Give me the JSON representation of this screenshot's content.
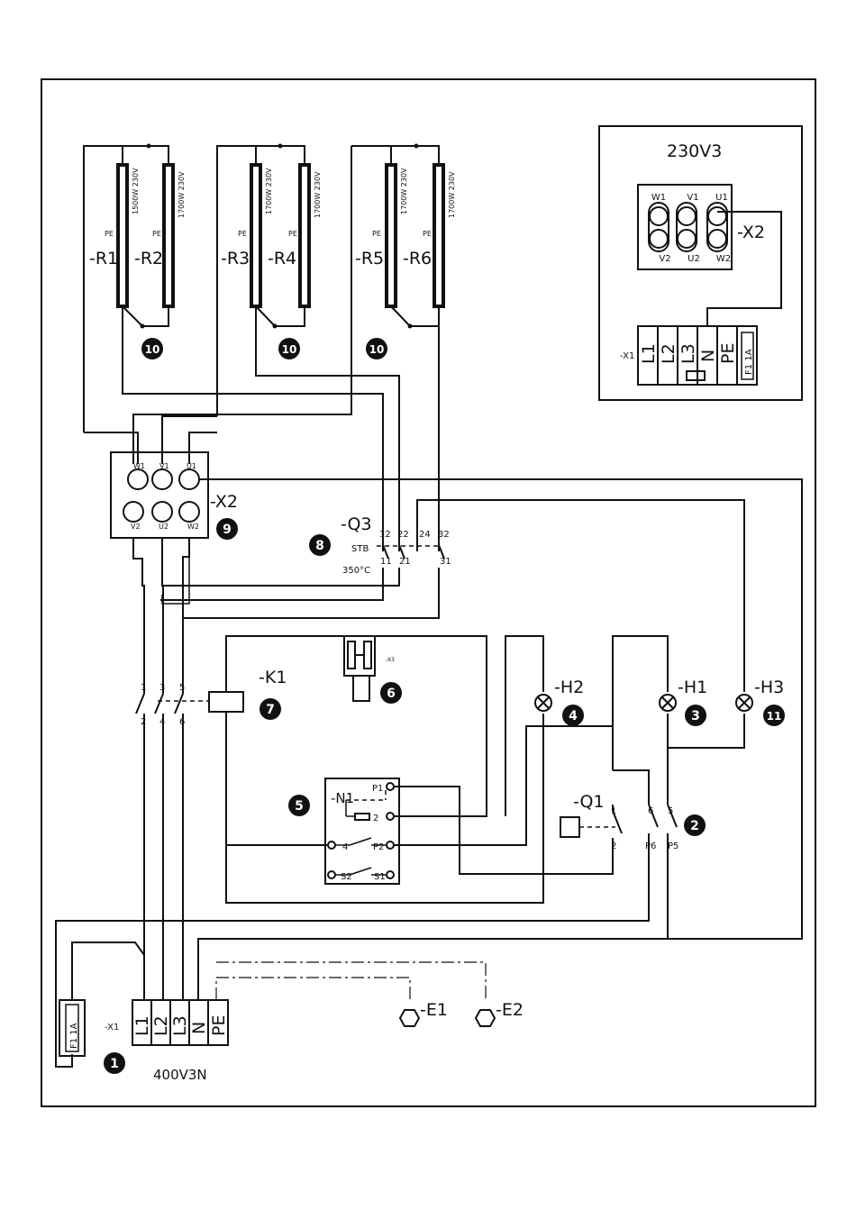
{
  "heaters": [
    {
      "ref": "-R1",
      "rating": "1500W 230V"
    },
    {
      "ref": "-R2",
      "rating": "1700W 230V"
    },
    {
      "ref": "-R3",
      "rating": "1700W 230V"
    },
    {
      "ref": "-R4",
      "rating": "1700W 230V"
    },
    {
      "ref": "-R5",
      "rating": "1700W 230V"
    },
    {
      "ref": "-R6",
      "rating": "1700W 230V"
    }
  ],
  "pe_label": "PE",
  "inset": {
    "title": "230V3",
    "terminal_label": "-X2",
    "x1_label": "-X1",
    "top_terminals": [
      "W1",
      "V1",
      "U1"
    ],
    "bottom_terminals": [
      "V2",
      "U2",
      "W2"
    ],
    "strip": [
      "L1",
      "L2",
      "L3",
      "N",
      "PE",
      "F1 1A"
    ]
  },
  "main_x2": {
    "label": "-X2",
    "top_terminals": [
      "W1",
      "V1",
      "U1"
    ],
    "bottom_terminals": [
      "V2",
      "U2",
      "W2"
    ]
  },
  "q3": {
    "label": "-Q3",
    "type": "STB",
    "temp": "350°C",
    "pins_top": [
      "12",
      "22",
      "24",
      "32"
    ],
    "pins_bottom": [
      "11",
      "21",
      "31"
    ]
  },
  "k1": {
    "label": "-K1",
    "pins_top": [
      "1",
      "3",
      "5"
    ],
    "pins_bottom": [
      "2",
      "4",
      "6"
    ]
  },
  "x3_label": "-X3",
  "lamps": [
    "-H2",
    "-H1",
    "-H3"
  ],
  "n1": {
    "label": "-N1",
    "pins": [
      "P1",
      "2",
      "4",
      "P2",
      "S2",
      "S1"
    ]
  },
  "q1": {
    "label": "-Q1",
    "pins_top": [
      "1"
    ],
    "pins_bottom": [
      "2"
    ]
  },
  "switch2": {
    "pins_top": [
      "6",
      "5"
    ],
    "pins_bottom": [
      "P6",
      "P5"
    ]
  },
  "supply": {
    "x1_label": "-X1",
    "fuse": "F1 1A",
    "strip": [
      "L1",
      "L2",
      "L3",
      "N",
      "PE"
    ],
    "voltage": "400V3N"
  },
  "earth": [
    "-E1",
    "-E2"
  ],
  "callouts": [
    "1",
    "2",
    "3",
    "4",
    "5",
    "6",
    "7",
    "8",
    "9",
    "10",
    "11"
  ]
}
